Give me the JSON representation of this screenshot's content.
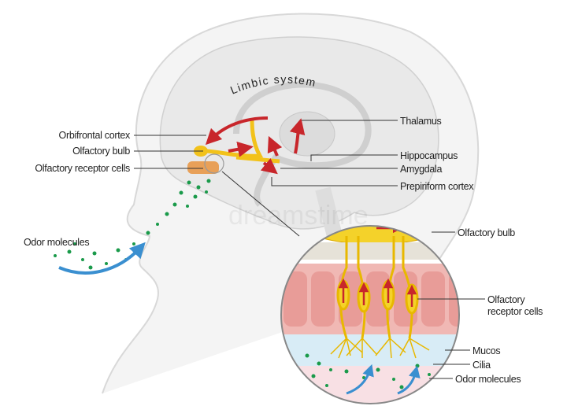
{
  "title": "Olfactory system",
  "watermark": "dreamstime",
  "labels": {
    "limbic_system": "Limbic system",
    "orbifrontal_cortex": "Orbifrontal cortex",
    "olfactory_bulb": "Olfactory bulb",
    "olfactory_receptor_cells": "Olfactory receptor cells",
    "odor_molecules": "Odor molecules",
    "thalamus": "Thalamus",
    "hippocampus": "Hippocampus",
    "amygdala": "Amygdala",
    "prepiriform_cortex": "Prepiriform cortex"
  },
  "inset": {
    "olfactory_bulb": "Olfactory bulb",
    "olfactory_receptor_cells_1": "Olfactory",
    "olfactory_receptor_cells_2": "receptor cells",
    "mucos": "Mucos",
    "cilia": "Cilia",
    "odor_molecules": "Odor molecules"
  },
  "colors": {
    "arrow": "#c8262b",
    "nerve": "#f2c21a",
    "molecule": "#1a9a4a",
    "airflow": "#3a8fd0"
  }
}
